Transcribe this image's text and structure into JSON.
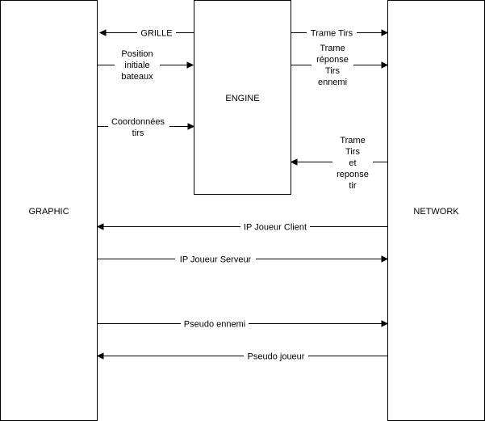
{
  "boxes": {
    "graphic": "GRAPHIC",
    "engine": "ENGINE",
    "network": "NETWORK"
  },
  "arrows": {
    "grille": "GRILLE",
    "position_initiale": [
      "Position",
      "initiale",
      "bateaux"
    ],
    "coordonnees_tirs": [
      "Coordonnées",
      "tirs"
    ],
    "trame_tirs": "Trame Tirs",
    "trame_reponse": [
      "Trame",
      "réponse",
      "Tirs",
      "ennemi"
    ],
    "trame_tirs_reponse": [
      "Trame",
      "Tirs",
      "et",
      "reponse",
      "tir"
    ],
    "ip_joueur_client": "IP Joueur Client",
    "ip_joueur_serveur": "IP Joueur Serveur",
    "pseudo_ennemi": "Pseudo ennemi",
    "pseudo_joueur": "Pseudo joueur"
  }
}
